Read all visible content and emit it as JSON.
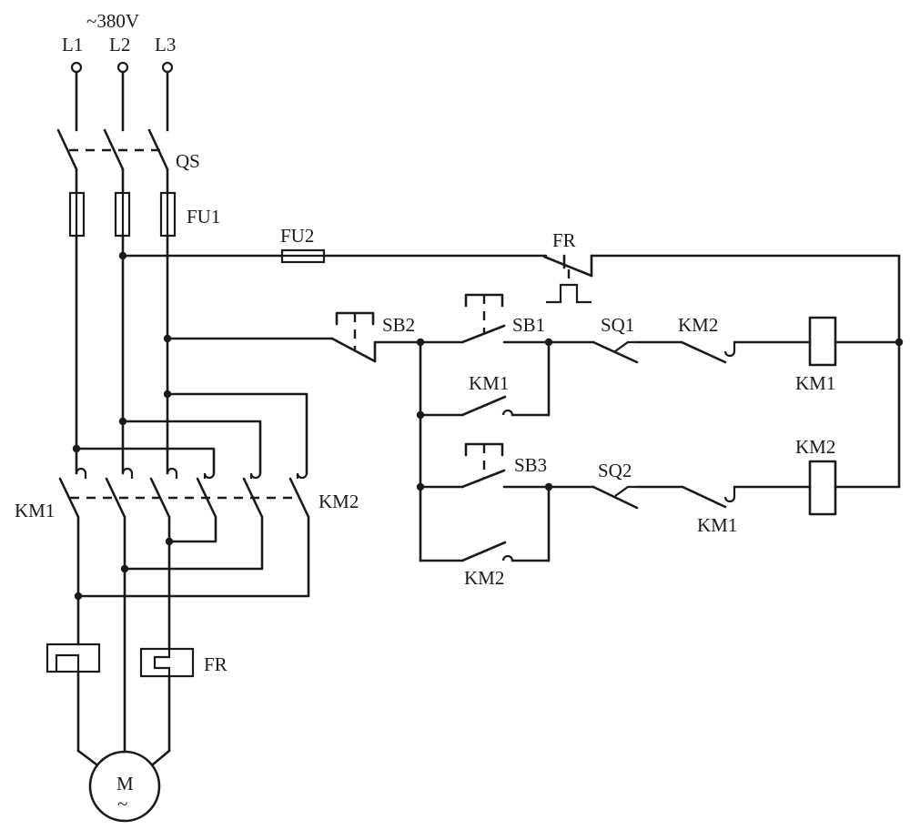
{
  "supply": {
    "voltage": "~380V",
    "phases": [
      "L1",
      "L2",
      "L3"
    ]
  },
  "labels": {
    "qs": "QS",
    "fu1": "FU1",
    "fu2": "FU2",
    "fr_contact": "FR",
    "fr_relay": "FR",
    "km1_main": "KM1",
    "km2_main": "KM2",
    "sb1": "SB1",
    "sb2": "SB2",
    "sb3": "SB3",
    "sq1": "SQ1",
    "sq2": "SQ2",
    "km2_interlock_top": "KM2",
    "km1_coil": "KM1",
    "km1_hold": "KM1",
    "km2_coil": "KM2",
    "km1_interlock_bottom": "KM1",
    "km2_hold": "KM2",
    "motor": "M",
    "motor_ac": "~"
  }
}
